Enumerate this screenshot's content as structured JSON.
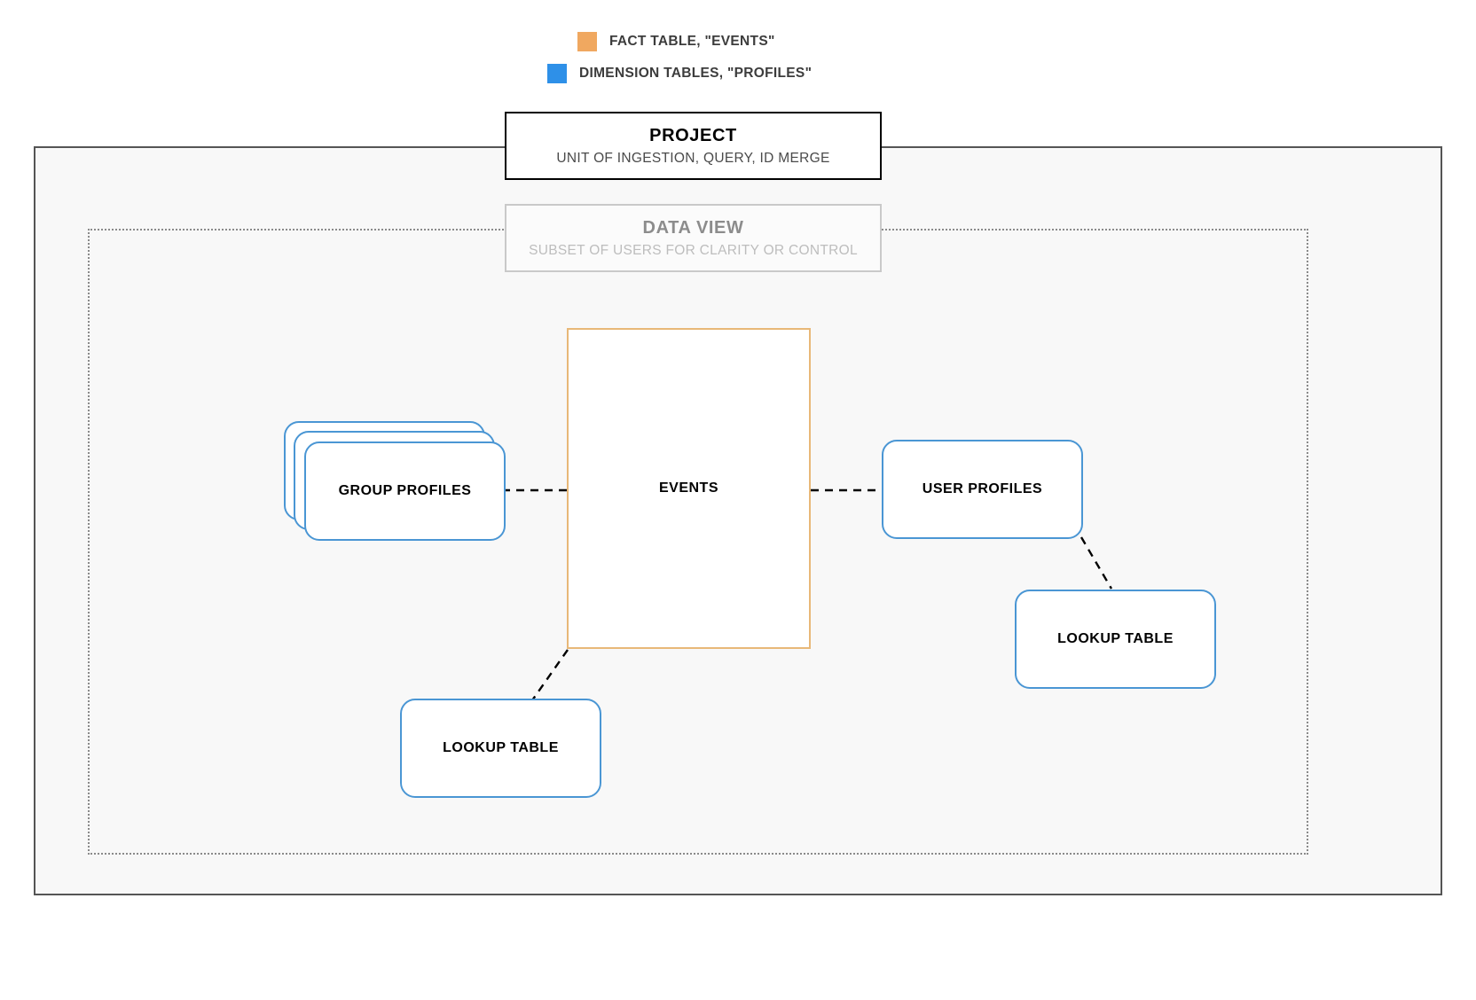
{
  "legend": {
    "items": [
      {
        "label": "FACT TABLE, \"EVENTS\"",
        "color": "#F0A860",
        "icon": "orange-square-swatch"
      },
      {
        "label": "DIMENSION TABLES, \"PROFILES\"",
        "color": "#2E90E8",
        "icon": "blue-square-swatch"
      }
    ]
  },
  "project": {
    "title": "PROJECT",
    "subtitle": "UNIT OF INGESTION, QUERY, ID MERGE",
    "border_color": "#000000"
  },
  "data_view": {
    "title": "DATA VIEW",
    "subtitle": "SUBSET OF USERS FOR CLARITY OR CONTROL",
    "border_color": "#C9C9C9",
    "title_color": "#8C8C8C",
    "subtitle_color": "#BDBDBD"
  },
  "nodes": {
    "events": {
      "label": "EVENTS",
      "border_color": "#E8B878",
      "kind": "fact-table"
    },
    "group_profiles": {
      "label": "GROUP PROFILES",
      "border_color": "#4A96D4",
      "kind": "dimension-table-stack",
      "stack_count": 3
    },
    "user_profiles": {
      "label": "USER PROFILES",
      "border_color": "#4A96D4",
      "kind": "dimension-table"
    },
    "lookup_table_left": {
      "label": "LOOKUP TABLE",
      "border_color": "#4A96D4",
      "kind": "dimension-table"
    },
    "lookup_table_right": {
      "label": "LOOKUP TABLE",
      "border_color": "#4A96D4",
      "kind": "dimension-table"
    }
  },
  "connectors": [
    {
      "from": "group-profiles",
      "to": "events",
      "style": "dashed",
      "color": "#000000"
    },
    {
      "from": "events",
      "to": "user-profiles",
      "style": "dashed",
      "color": "#000000"
    },
    {
      "from": "events",
      "to": "lookup-table-left",
      "style": "dashed",
      "color": "#000000"
    },
    {
      "from": "user-profiles",
      "to": "lookup-table-right",
      "style": "dashed",
      "color": "#000000"
    }
  ],
  "containers": {
    "project_border_color": "#555555",
    "project_fill": "#F8F8F8",
    "data_view_border_color": "#8A8A8A"
  }
}
